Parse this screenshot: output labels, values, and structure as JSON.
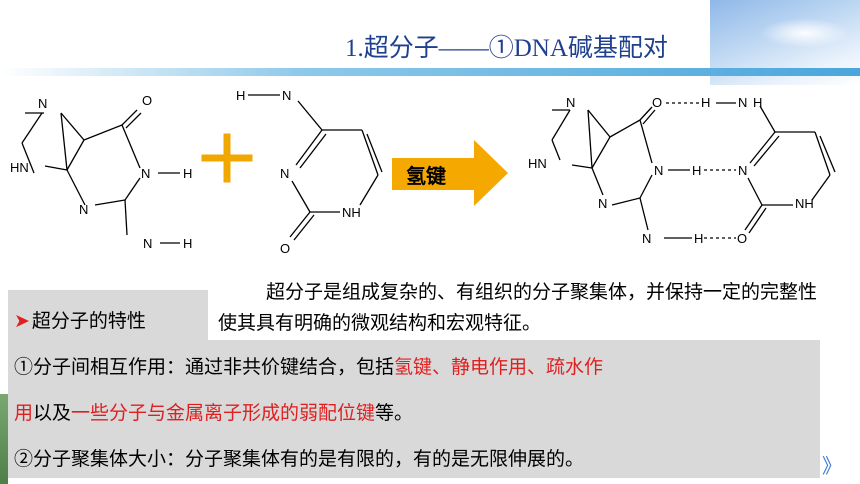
{
  "title": "1.超分子——①DNA碱基配对",
  "arrow_label": "氢键",
  "plus_sign": "+",
  "molecules": {
    "guanine": {
      "N7": "N",
      "O": "O",
      "N9H": "HN",
      "N1": "N",
      "H1": "H",
      "N3": "N",
      "N2": "N",
      "H2": "H"
    },
    "cytosine": {
      "H4": "H",
      "N4": "N",
      "N3": "N",
      "N1H": "NH",
      "O2": "O"
    },
    "pair": {
      "N7": "N",
      "O6": "O",
      "H_bond1": "H",
      "N_amine": "N",
      "H_amine": "H",
      "N9H": "HN",
      "N1": "N",
      "H1": "H",
      "N3c": "N",
      "N3g": "N",
      "NHc": "NH",
      "N_g2": "N",
      "H_g2": "H",
      "O2c": "O"
    }
  },
  "paragraph": "超分子是组成复杂的、有组织的分子聚集体，并保持一定的完整性使其具有明确的微观结构和宏观特征。",
  "section_label": "超分子的特性",
  "section_marker": "➤",
  "point1": {
    "prefix": "①分子间相互作用：通过非共价键结合，包括",
    "red_segment": "氢键、静电作用、疏水作用",
    "middle": "以及",
    "red_segment2": "一些分子与金属离子形成的弱配位键",
    "suffix": "等。"
  },
  "point2": "②分子聚集体大小：分子聚集体有的是有限的，有的是无限伸展的。",
  "nav_glyph": "》",
  "colors": {
    "title": "#1f3f8f",
    "accent_red": "#e02020",
    "plus": "#f0a800",
    "arrow": "#f5a800",
    "box_gray": "#d9d9d9"
  }
}
